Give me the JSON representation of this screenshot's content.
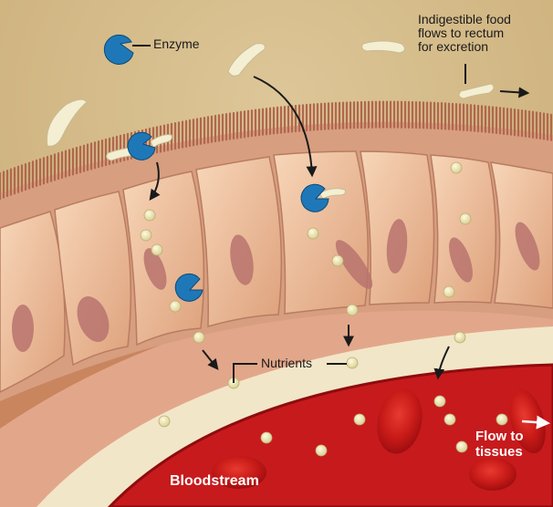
{
  "labels": {
    "enzyme": "Enzyme",
    "indigestible_line1": "Indigestible food",
    "indigestible_line2": "flows to rectum",
    "indigestible_line3": "for excretion",
    "nutrients": "Nutrients",
    "flow_line1": "Flow to",
    "flow_line2": "tissues",
    "bloodstream": "Bloodstream"
  },
  "colors": {
    "lumen": "#d6bd8a",
    "cell": "#efc4a2",
    "nucleus": "#b9746e",
    "blood": "#c71a1c",
    "enzyme": "#1e78b8",
    "nutrient": "#f6efbf"
  },
  "icons": {
    "enzyme": "pacman-enzyme-icon",
    "food": "food-particle-icon",
    "nutrient": "nutrient-dot-icon"
  }
}
